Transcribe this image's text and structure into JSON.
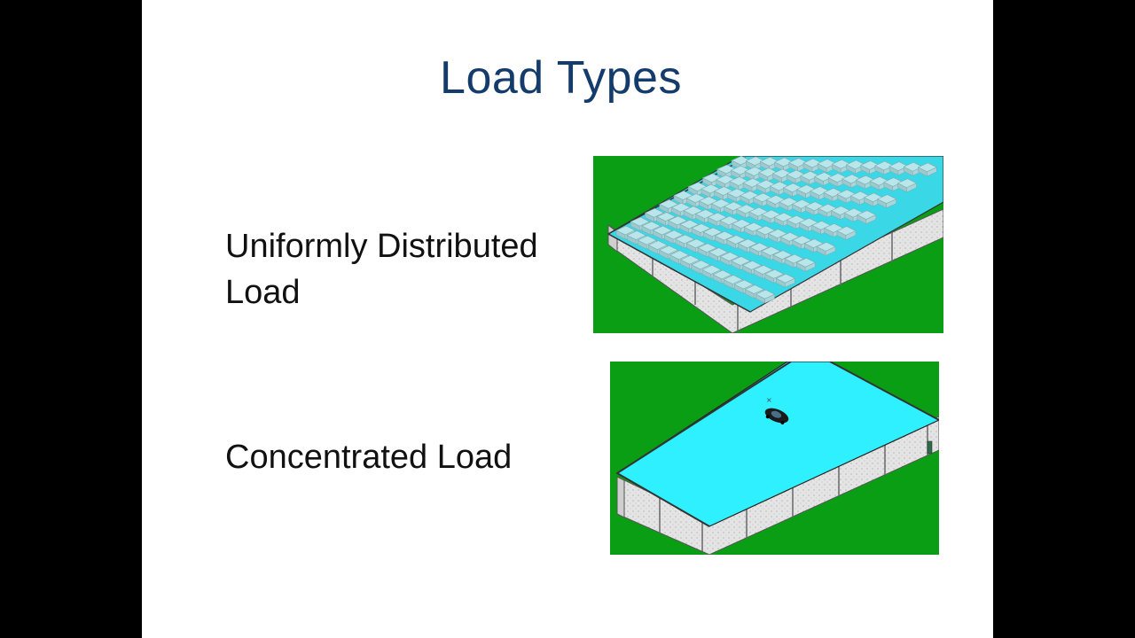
{
  "slide": {
    "title": "Load Types",
    "items": [
      {
        "label_line1": "Uniformly Distributed",
        "label_line2": "Load"
      },
      {
        "label": "Concentrated Load"
      }
    ]
  },
  "colors": {
    "title": "#133b6b",
    "ground": "#0a9e14",
    "roof_cyan": "#2ff0ff",
    "block": "#b9e6ea",
    "wall": "#dcdcdc"
  },
  "icons": [
    "building-udl-illustration",
    "building-concentrated-illustration",
    "car-icon"
  ]
}
